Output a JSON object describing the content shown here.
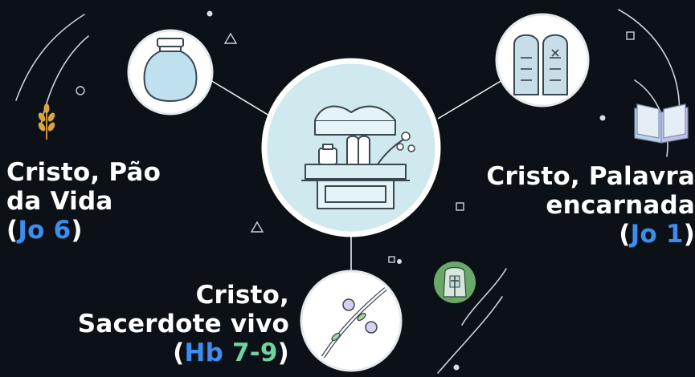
{
  "labels": {
    "left": {
      "line1": "Cristo, Pão",
      "line2": "da Vida",
      "ref_open": "(",
      "ref_text": "Jo 6",
      "ref_close": ")"
    },
    "right": {
      "line1": "Cristo, Palavra",
      "line2": "encarnada",
      "ref_open": "(",
      "ref_text": "Jo 1",
      "ref_close": ")"
    },
    "bottom": {
      "line1": "Cristo,",
      "line2": "Sacerdote vivo",
      "ref_open": "(",
      "ref_book": "Hb",
      "ref_range": "7-9",
      "ref_close": ")"
    }
  },
  "colors": {
    "background": "#0c1117",
    "circle_fill": "#ffffff",
    "center_fill": "#cfe9ee",
    "reference_blue": "#3b8ef0",
    "reference_green": "#6fd3a0",
    "wheat": "#d9a441"
  },
  "icons": [
    "ark-of-covenant-icon",
    "manna-jar-icon",
    "stone-tablets-icon",
    "budding-rod-icon",
    "wheat-icon",
    "open-book-icon",
    "priest-vestment-icon"
  ]
}
